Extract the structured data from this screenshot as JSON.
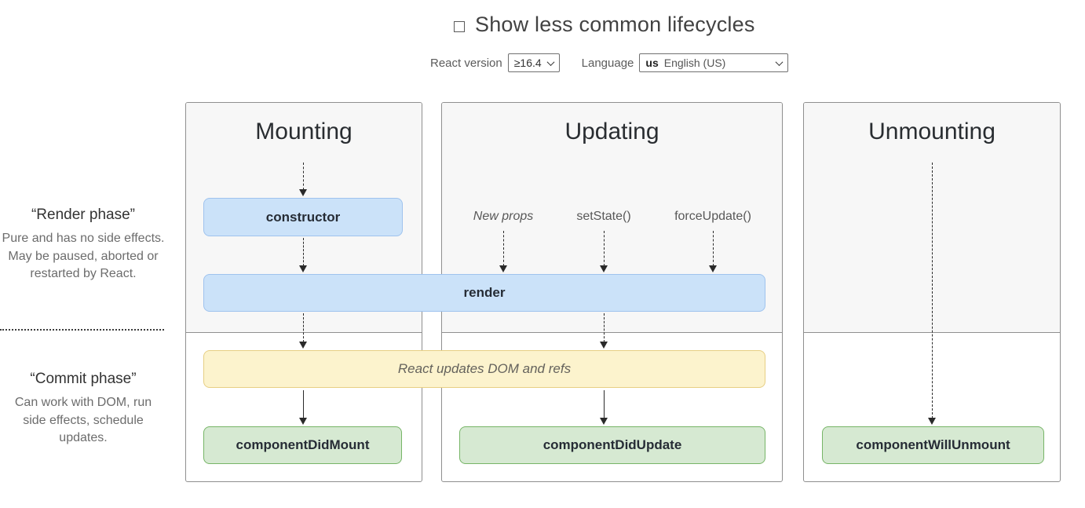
{
  "header": {
    "toggle_label": "Show less common lifecycles",
    "checkbox_checked": false,
    "react_version": {
      "label": "React version",
      "value": "≥16.4"
    },
    "language": {
      "label": "Language",
      "flag": "us",
      "value": "English (US)"
    }
  },
  "phases": {
    "render": {
      "title": "“Render phase”",
      "description": "Pure and has no side effects. May be paused, aborted or restarted by React."
    },
    "commit": {
      "title": "“Commit phase”",
      "description": "Can work with DOM, run side effects, schedule updates."
    }
  },
  "columns": {
    "mounting": {
      "title": "Mounting"
    },
    "updating": {
      "title": "Updating",
      "triggers": [
        "New props",
        "setState()",
        "forceUpdate()"
      ]
    },
    "unmounting": {
      "title": "Unmounting"
    }
  },
  "boxes": {
    "constructor": "constructor",
    "render": "render",
    "react_updates": "React updates DOM and refs",
    "componentDidMount": "componentDidMount",
    "componentDidUpdate": "componentDidUpdate",
    "componentWillUnmount": "componentWillUnmount"
  },
  "colors": {
    "blue-fill": "#cbe2f9",
    "blue-border": "#9fc3ee",
    "yellow-fill": "#fcf3cd",
    "yellow-border": "#e7cf84",
    "green-fill": "#d6e9d2",
    "green-border": "#77b567",
    "column-border": "#8f8f8f",
    "phase-bg": "#f7f7f7",
    "arrow-color": "#2a2a2a"
  }
}
